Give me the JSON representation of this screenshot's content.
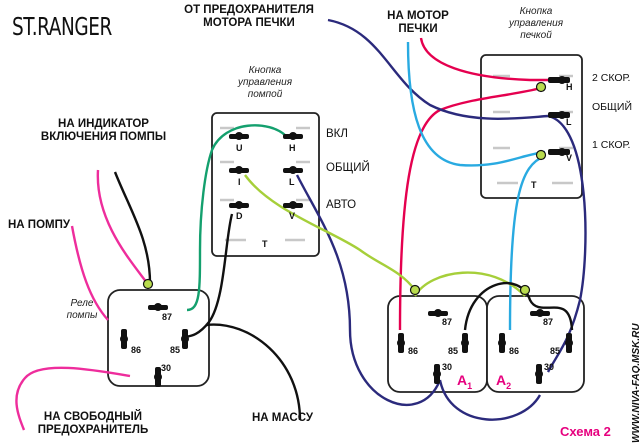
{
  "brand": "ST.RANGER",
  "scheme_label": "Схема 2",
  "site_label": "WWW.NIVA-FAQ.MSK.RU",
  "labels": {
    "from_fuse": "ОТ ПРЕДОХРАНИТЕЛЯ МОТОРА ПЕЧКИ",
    "to_motor": "НА МОТОР ПЕЧКИ",
    "indicator": "НА ИНДИКАТОР ВКЛЮЧЕНИЯ ПОМПЫ",
    "to_pump": "НА ПОМПУ",
    "free_fuse": "НА СВОБОДНЫЙ ПРЕДОХРАНИТЕЛЬ",
    "ground": "НА МАССУ"
  },
  "pump_button": {
    "caption": "Кнопка управления помпой",
    "pins": [
      "U",
      "H",
      "I",
      "L",
      "D",
      "V",
      "T"
    ],
    "positions": [
      "ВКЛ",
      "ОБЩИЙ",
      "АВТО"
    ]
  },
  "heater_button": {
    "caption": "Кнопка управления печкой",
    "pins": [
      "H",
      "L",
      "V",
      "T"
    ],
    "positions": [
      "2 СКОР.",
      "ОБЩИЙ",
      "1 СКОР."
    ]
  },
  "pump_relay": {
    "caption": "Реле помпы",
    "pins": [
      "87",
      "86",
      "85",
      "30"
    ]
  },
  "relay_a1": {
    "name": "A",
    "index": "1",
    "pins": [
      "87",
      "86",
      "85",
      "30"
    ]
  },
  "relay_a2": {
    "name": "A",
    "index": "2",
    "pins": [
      "87",
      "86",
      "85",
      "30"
    ]
  },
  "wire_colors": {
    "red": "#e5004f",
    "pink": "#ee2d9c",
    "navy": "#2b2a7c",
    "blue": "#29aae1",
    "green": "#14a06e",
    "lime": "#a6cf3a",
    "black": "#111111",
    "node": "#b9dc4e"
  }
}
